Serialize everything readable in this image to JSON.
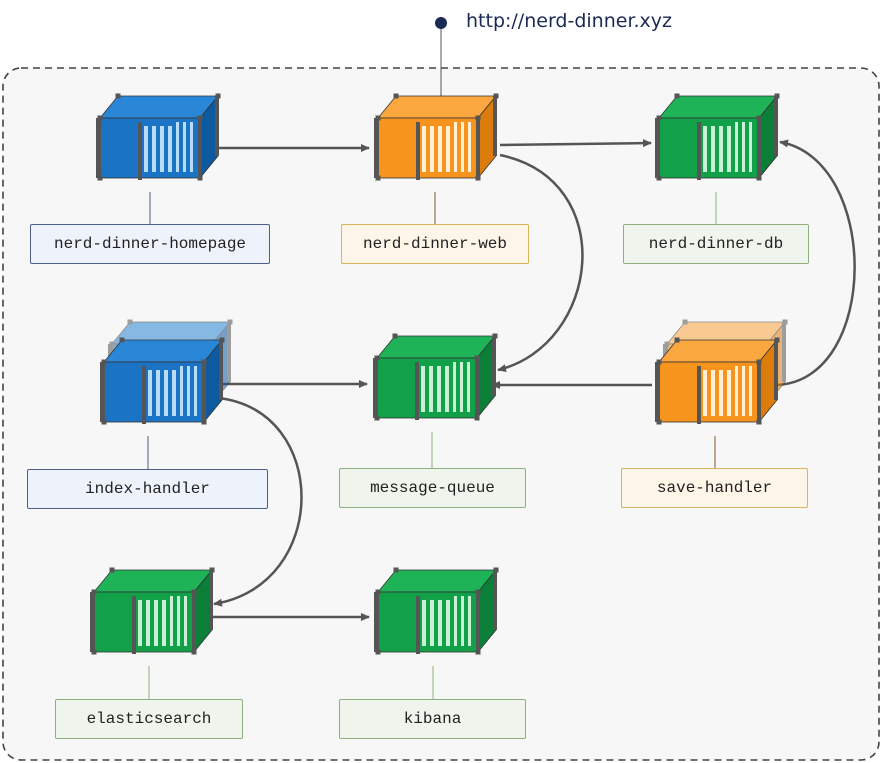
{
  "diagram": {
    "url": "http://nerd-dinner.xyz",
    "colors": {
      "blue": "#1a73c4",
      "orange": "#f7941d",
      "green": "#12a048",
      "arrow": "#555555",
      "boundary": "#444444"
    },
    "nodes": [
      {
        "id": "homepage",
        "label": "nerd-dinner-homepage",
        "color": "blue",
        "icon": "container-icon",
        "replicas": 1
      },
      {
        "id": "web",
        "label": "nerd-dinner-web",
        "color": "orange",
        "icon": "container-icon",
        "replicas": 1
      },
      {
        "id": "db",
        "label": "nerd-dinner-db",
        "color": "green",
        "icon": "container-icon",
        "replicas": 1
      },
      {
        "id": "index",
        "label": "index-handler",
        "color": "blue",
        "icon": "container-icon",
        "replicas": 2
      },
      {
        "id": "mq",
        "label": "message-queue",
        "color": "green",
        "icon": "container-icon",
        "replicas": 1
      },
      {
        "id": "save",
        "label": "save-handler",
        "color": "orange",
        "icon": "container-icon",
        "replicas": 2
      },
      {
        "id": "es",
        "label": "elasticsearch",
        "color": "green",
        "icon": "container-icon",
        "replicas": 1
      },
      {
        "id": "kibana",
        "label": "kibana",
        "color": "green",
        "icon": "container-icon",
        "replicas": 1
      }
    ],
    "edges": [
      {
        "from": "homepage",
        "to": "web"
      },
      {
        "from": "web",
        "to": "db"
      },
      {
        "from": "web",
        "to": "mq"
      },
      {
        "from": "index",
        "to": "mq"
      },
      {
        "from": "save",
        "to": "mq"
      },
      {
        "from": "save",
        "to": "db"
      },
      {
        "from": "index",
        "to": "es"
      },
      {
        "from": "es",
        "to": "kibana"
      }
    ]
  }
}
